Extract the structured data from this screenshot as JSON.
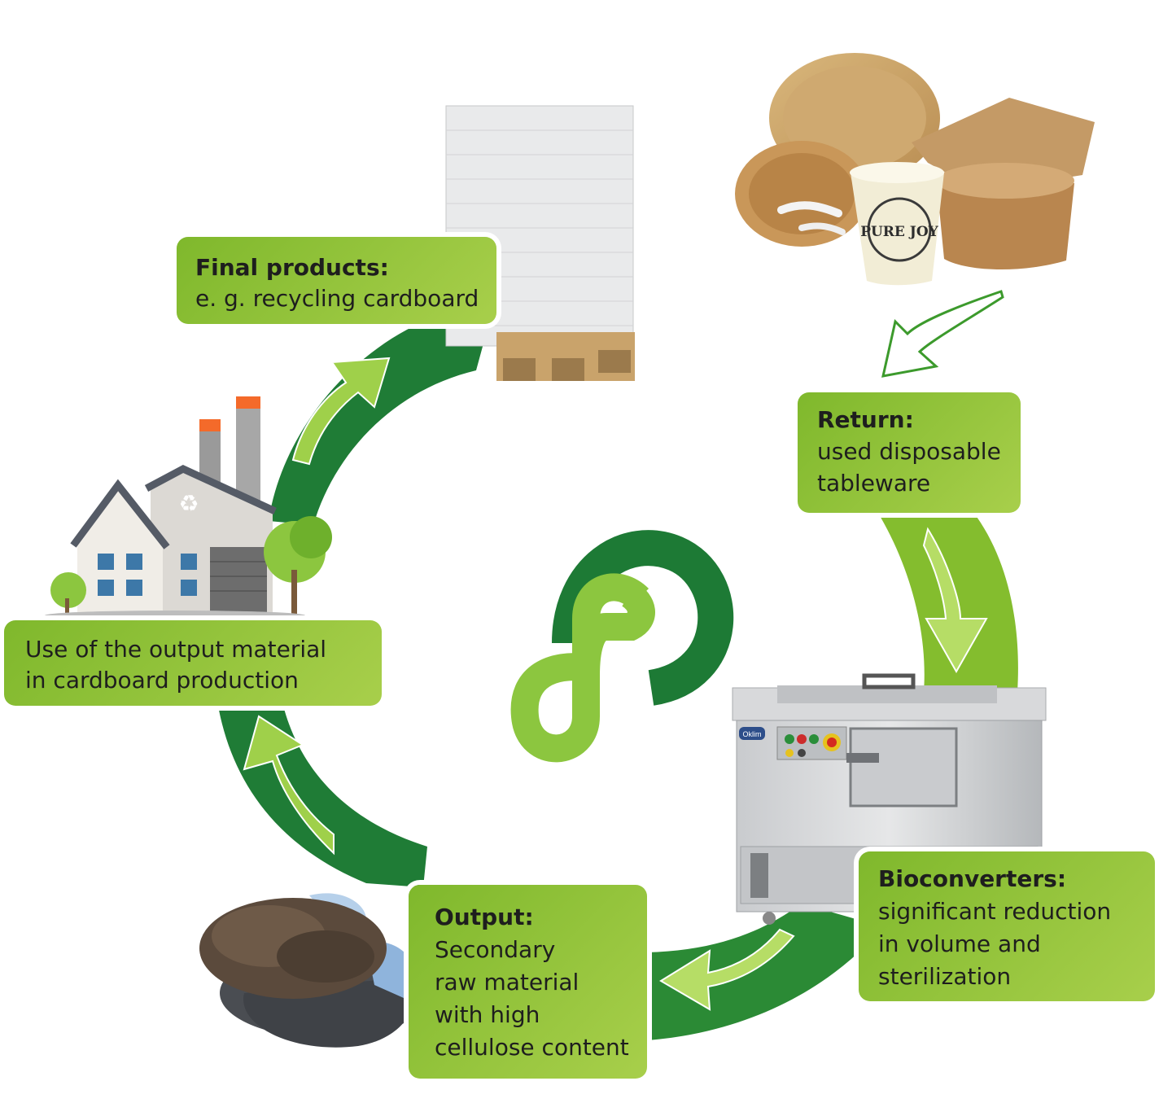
{
  "steps": {
    "final": {
      "title": "Final products:",
      "lines": [
        "e. g.  recycling cardboard"
      ]
    },
    "return": {
      "title": "Return:",
      "lines": [
        "used disposable",
        "tableware"
      ]
    },
    "use": {
      "title": "",
      "lines": [
        "Use of the output material",
        "in cardboard production"
      ]
    },
    "output": {
      "title": "Output:",
      "lines": [
        "Secondary",
        "raw material",
        "with high",
        "cellulose content"
      ]
    },
    "bio": {
      "title": "Bioconverters:",
      "lines": [
        "significant reduction",
        "in volume and",
        "sterilization"
      ]
    }
  },
  "product_texts": {
    "cup_brand": "PURE JOY",
    "machine_badge": "Oklim"
  },
  "icons": {
    "cycle": "circular-arrow-ring",
    "logo": "pp-loop-logo",
    "recycle": "recycle-icon"
  },
  "colors": {
    "dark_green": "#1d7a35",
    "mid_green": "#3c9a2c",
    "light_green": "#8cc63f",
    "box_green": "#93c43c",
    "text": "#1e1e1e"
  }
}
